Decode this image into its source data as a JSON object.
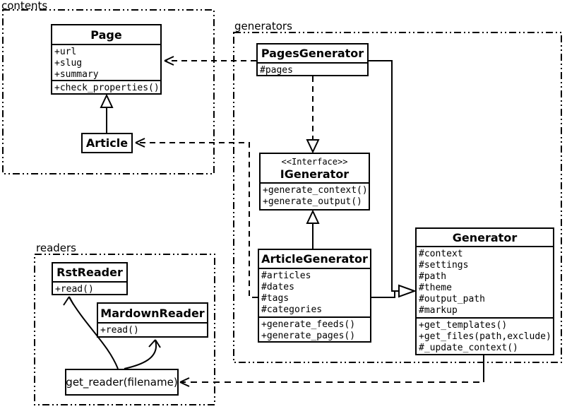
{
  "diagram": {
    "kind": "uml-class-diagram"
  },
  "colors": {
    "line": "#000000",
    "background": "#ffffff",
    "box_fill": "#ffffff",
    "text": "#000000"
  },
  "packages": {
    "contents": {
      "label": "contents"
    },
    "generators": {
      "label": "generators"
    },
    "readers": {
      "label": "readers"
    }
  },
  "classes": {
    "page": {
      "name": "Page",
      "attributes": [
        "+url",
        "+slug",
        "+summary"
      ],
      "methods": [
        "+check_properties()"
      ]
    },
    "article": {
      "name": "Article"
    },
    "pages_generator": {
      "name": "PagesGenerator",
      "attributes": [
        "#pages"
      ]
    },
    "igenerator": {
      "stereotype": "<<Interface>>",
      "name": "IGenerator",
      "methods": [
        "+generate_context()",
        "+generate_output()"
      ]
    },
    "article_generator": {
      "name": "ArticleGenerator",
      "attributes": [
        "#articles",
        "#dates",
        "#tags",
        "#categories"
      ],
      "methods": [
        "+generate_feeds()",
        "+generate_pages()"
      ]
    },
    "generator": {
      "name": "Generator",
      "attributes": [
        "#context",
        "#settings",
        "#path",
        "#theme",
        "#output_path",
        "#markup"
      ],
      "methods": [
        "+get_templates()",
        "+get_files(path,exclude)",
        "#_update_context()"
      ]
    },
    "rst_reader": {
      "name": "RstReader",
      "methods": [
        "+read()"
      ]
    },
    "mardown_reader": {
      "name": "MardownReader",
      "methods": [
        "+read()"
      ]
    },
    "get_reader": {
      "label": "get_reader(filename)"
    }
  }
}
